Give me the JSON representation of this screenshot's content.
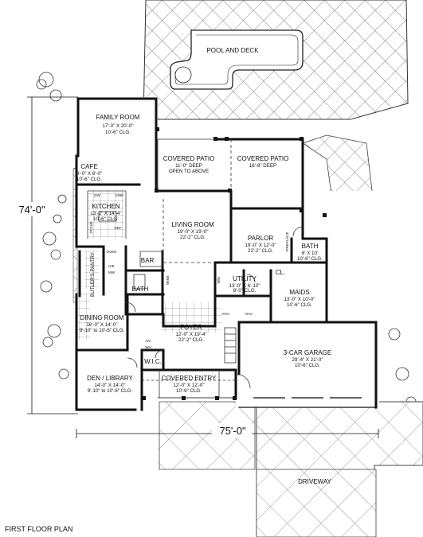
{
  "title": "FIRST FLOOR PLAN",
  "dimensions": {
    "depth": "74'-0\"",
    "width": "75'-0\""
  },
  "rooms": {
    "pool": {
      "name": "POOL AND DECK"
    },
    "family": {
      "name": "FAMILY ROOM",
      "size": "17'-0\" X 20'-0\"",
      "clg": "10'-6\" CLG."
    },
    "cafe": {
      "name": "CAFE",
      "size": "8'-0\" X 8'-0\"",
      "clg": "10'-6\" CLG."
    },
    "patio1": {
      "name": "COVERED PATIO",
      "depth": "11'-0\" DEEP",
      "note": "OPEN TO ABOVE"
    },
    "patio2": {
      "name": "COVERED PATIO",
      "depth": "16'-8\" DEEP"
    },
    "kitchen": {
      "name": "KITCHEN",
      "size": "13'-2\" X 14'-4\"",
      "clg": "10'-6\" CLG."
    },
    "living": {
      "name": "LIVING ROOM",
      "size": "19'-0\" X 19'-0\"",
      "clg": "22'-2\" CLG."
    },
    "parlor": {
      "name": "PARLOR",
      "size": "19'-0\" X 12'-0\"",
      "clg": "22'-2\" CLG."
    },
    "bath_upper": {
      "name": "BATH",
      "size": "6' X 10'",
      "clg": "10'-6\" CLG."
    },
    "butlers": {
      "name": "BUTLER'S PANTRY"
    },
    "bar": {
      "name": "BAR"
    },
    "bath": {
      "name": "BATH"
    },
    "utility": {
      "name": "UTILITY",
      "size": "13'-0\" X 6'-10\"",
      "clg": "8'-0\" CLG."
    },
    "cl": {
      "name": "CL."
    },
    "maids": {
      "name": "MAIDS",
      "size": "13'-0\" X 10'-0\"",
      "clg": "10'-6\" CLG."
    },
    "dining": {
      "name": "DINING ROOM",
      "size": "16'-0\" X 14'-0\"",
      "clg": "9'-10\" to 10'-6\" CLG."
    },
    "foyer": {
      "name": "FOYER",
      "size": "12'-0\" X 19'-4\"",
      "clg": "22'-2\" CLG."
    },
    "garage": {
      "name": "3-CAR GARAGE",
      "size": "29'-4\" X 21'-0\"",
      "clg": "10'-6\" CLG."
    },
    "den": {
      "name": "DEN / LIBRARY",
      "size": "14'-0\" X 14'-0\"",
      "clg": "9'-10\" to 10'-6\" CLG."
    },
    "wic": {
      "name": "W.I.C."
    },
    "entry": {
      "name": "COVERED ENTRY",
      "size": "12'-0\" X 12'-0\"",
      "clg": "10'-6\" CLG."
    },
    "driveway": {
      "name": "DRIVEWAY"
    }
  },
  "fixtures": {
    "dw": "DW",
    "ref": "REF",
    "sink": "SINK",
    "stove": "STOVE",
    "oven": "OVEN",
    "ice": "ICE",
    "mw": "MW",
    "wine": "WINE",
    "wd": "W/D",
    "ahu": "AHU",
    "ahu2": "AHU",
    "ac": "A/C",
    "wh": "WH",
    "fireplace": "FIREPLACE"
  }
}
